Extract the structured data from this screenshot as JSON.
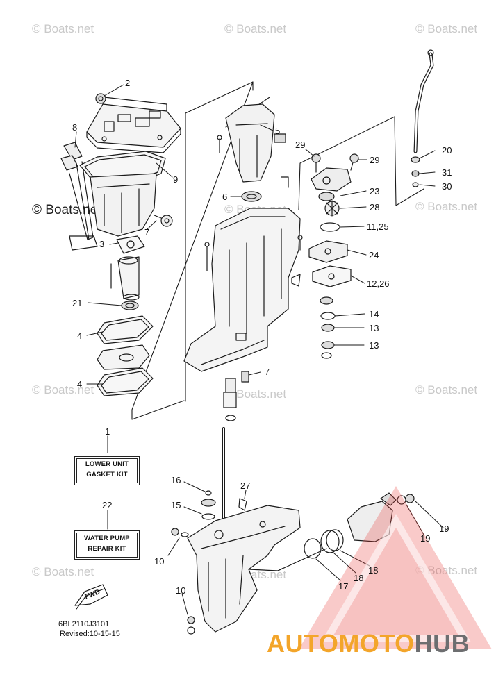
{
  "watermarks": [
    "© Boats.net",
    "© Boats.net",
    "© Boats.net",
    "© Boats.net",
    "© Boats.net",
    "© Boats.net",
    "© Boats.net",
    "© Boats.net",
    "© Boats.net",
    "© Boats.net",
    "© Boats.net",
    "© Boats.net"
  ],
  "callouts": [
    {
      "id": "c2",
      "label": "2"
    },
    {
      "id": "c8",
      "label": "8"
    },
    {
      "id": "c9",
      "label": "9"
    },
    {
      "id": "c7a",
      "label": "7"
    },
    {
      "id": "c3",
      "label": "3"
    },
    {
      "id": "c21",
      "label": "21"
    },
    {
      "id": "c4a",
      "label": "4"
    },
    {
      "id": "c4b",
      "label": "4"
    },
    {
      "id": "c5",
      "label": "5"
    },
    {
      "id": "c6",
      "label": "6"
    },
    {
      "id": "c7b",
      "label": "7"
    },
    {
      "id": "c29a",
      "label": "29"
    },
    {
      "id": "c29b",
      "label": "29"
    },
    {
      "id": "c23",
      "label": "23"
    },
    {
      "id": "c28",
      "label": "28"
    },
    {
      "id": "c1125",
      "label": "11,25"
    },
    {
      "id": "c24",
      "label": "24"
    },
    {
      "id": "c1226",
      "label": "12,26"
    },
    {
      "id": "c14",
      "label": "14"
    },
    {
      "id": "c13a",
      "label": "13"
    },
    {
      "id": "c13b",
      "label": "13"
    },
    {
      "id": "c20",
      "label": "20"
    },
    {
      "id": "c31",
      "label": "31"
    },
    {
      "id": "c30",
      "label": "30"
    },
    {
      "id": "c1",
      "label": "1"
    },
    {
      "id": "c22",
      "label": "22"
    },
    {
      "id": "c16",
      "label": "16"
    },
    {
      "id": "c27",
      "label": "27"
    },
    {
      "id": "c15",
      "label": "15"
    },
    {
      "id": "c10a",
      "label": "10"
    },
    {
      "id": "c10b",
      "label": "10"
    },
    {
      "id": "c17",
      "label": "17"
    },
    {
      "id": "c18a",
      "label": "18"
    },
    {
      "id": "c18b",
      "label": "18"
    },
    {
      "id": "c19a",
      "label": "19"
    },
    {
      "id": "c19b",
      "label": "19"
    }
  ],
  "kits": {
    "gasket": [
      "LOWER UNIT",
      "GASKET KIT"
    ],
    "pump": [
      "WATER PUMP",
      "REPAIR KIT"
    ]
  },
  "fwd_label": "FWD",
  "diagram_code": "6BL2110J3101",
  "revised": "Revised:10-15-15",
  "brand": {
    "part1": "AUTOMOTO",
    "part2": "HUB"
  },
  "colors": {
    "logo_red": "#e8413c",
    "logo_orange": "#f3a52a",
    "logo_gray": "#6d6e70",
    "watermark": "#c9c9c9"
  }
}
